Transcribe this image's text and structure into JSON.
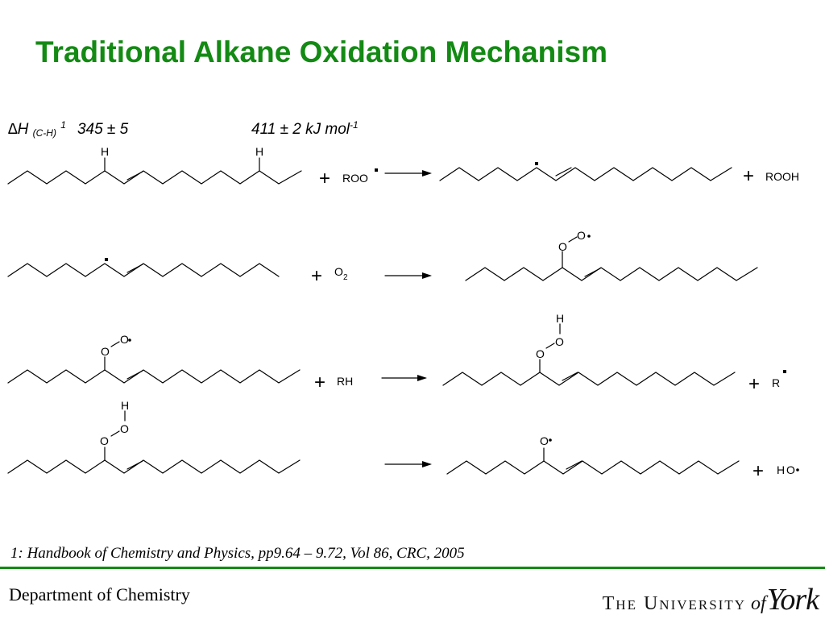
{
  "slide": {
    "title": "Traditional Alkane Oxidation Mechanism",
    "dh_symbol": "∆H",
    "dh_sub": "(C-H)",
    "dh_ref": "1",
    "dh_value_1": "345 ± 5",
    "dh_value_2": "411 ± 2 kJ mol",
    "dh_unit_exp": "-1",
    "reference": "1:  Handbook of Chemistry and Physics, pp9.64 – 9.72, Vol 86, CRC, 2005",
    "department": "Department of Chemistry",
    "university_words": "The University",
    "university_of": "of",
    "university_york": "York"
  },
  "scheme": {
    "atom_H": "H",
    "atom_O": "O",
    "plus": "+",
    "rxn1_reagent": "ROO",
    "rxn1_product": "ROOH",
    "rxn2_reagent": "O",
    "rxn2_reagent_sub": "2",
    "rxn3_reagent": "RH",
    "rxn3_product": "R",
    "rxn4_product_H": "H",
    "rxn4_product_O": "O"
  },
  "colors": {
    "title": "#138a13",
    "rule": "#138a13",
    "ink": "#000000"
  }
}
